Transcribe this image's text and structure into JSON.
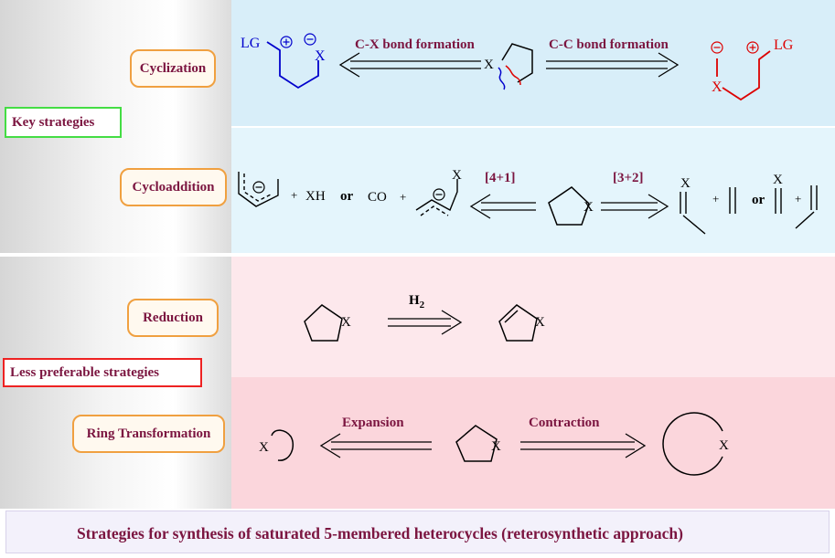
{
  "left": {
    "cyclization": "Cyclization",
    "key_strategies": "Key strategies",
    "cycloaddition": "Cycloaddition",
    "reduction": "Reduction",
    "less_preferable": "Less preferable strategies",
    "ring_transformation": "Ring Transformation"
  },
  "cyclization": {
    "cx_label": "C-X bond formation",
    "cc_label": "C-C bond formation",
    "lg": "LG",
    "x": "X"
  },
  "cycloaddition": {
    "xh": "XH",
    "or": "or",
    "co": "CO",
    "plus": "+",
    "x": "X",
    "r41": "[4+1]",
    "r32": "[3+2]"
  },
  "reduction": {
    "h": "H",
    "sub": "2",
    "x": "X"
  },
  "ring": {
    "expansion": "Expansion",
    "contraction": "Contraction",
    "x": "X"
  },
  "caption": "Strategies for synthesis of saturated 5-membered heterocycles (reterosynthetic approach)",
  "colors": {
    "accent": "#7b1540",
    "blue": "#0000cc",
    "red": "#dd0000",
    "orange": "#f0a040"
  }
}
